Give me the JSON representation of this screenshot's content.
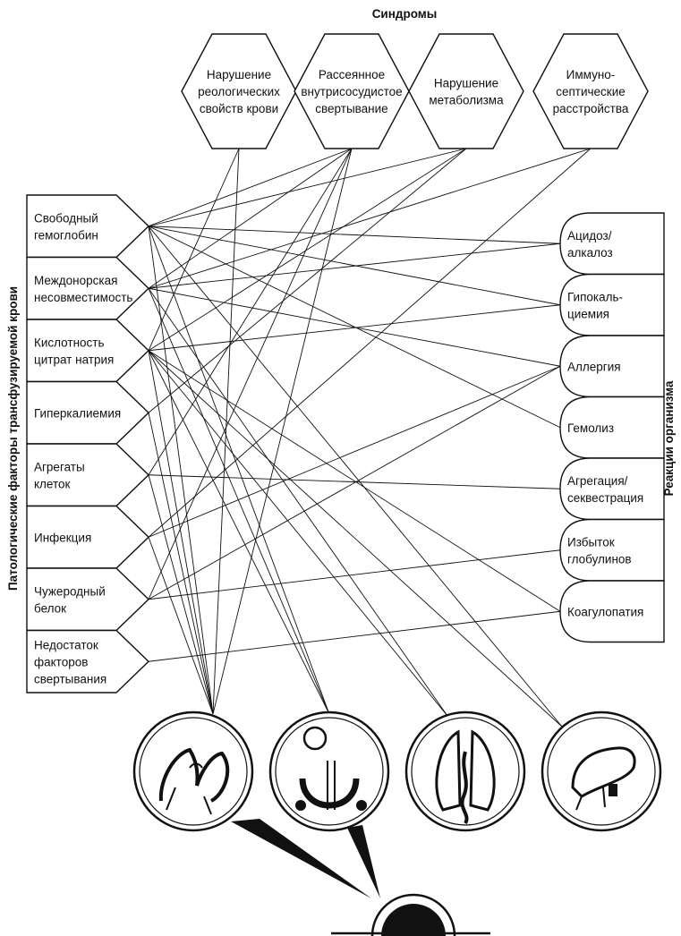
{
  "titles": {
    "syndromes": "Синдромы",
    "left_side": "Патологические факторы трансфузируемой крови",
    "right_side": "Реакции организма"
  },
  "syndromes": [
    {
      "id": "rheology",
      "lines": [
        "Нарушение",
        "реологических",
        "свойств крови"
      ]
    },
    {
      "id": "dic",
      "lines": [
        "Рассеянное",
        "внутрисосудистое",
        "свертывание"
      ]
    },
    {
      "id": "metabolism",
      "lines": [
        "Нарушение",
        "метаболизма"
      ]
    },
    {
      "id": "immuno",
      "lines": [
        "Иммуно-",
        "септические",
        "расстройства"
      ]
    }
  ],
  "factors": [
    {
      "id": "free_hb",
      "lines": [
        "Свободный",
        "гемоглобин"
      ]
    },
    {
      "id": "incompat",
      "lines": [
        "Междонорская",
        "несовместимость"
      ]
    },
    {
      "id": "acidity",
      "lines": [
        "Кислотность",
        "цитрат натрия"
      ]
    },
    {
      "id": "hyperk",
      "lines": [
        "Гиперкалиемия"
      ]
    },
    {
      "id": "aggregates",
      "lines": [
        "Агрегаты",
        "клеток"
      ]
    },
    {
      "id": "infection",
      "lines": [
        "Инфекция"
      ]
    },
    {
      "id": "foreign_protein",
      "lines": [
        "Чужеродный",
        "белок"
      ]
    },
    {
      "id": "coag_deficit",
      "lines": [
        "Недостаток",
        "факторов",
        "свертывания"
      ]
    }
  ],
  "reactions": [
    {
      "id": "acidosis",
      "lines": [
        "Ацидоз/",
        "алкалоз"
      ]
    },
    {
      "id": "hypocalc",
      "lines": [
        "Гипокаль-",
        "циемия"
      ]
    },
    {
      "id": "allergy",
      "lines": [
        "Аллергия"
      ]
    },
    {
      "id": "hemolysis",
      "lines": [
        "Гемолиз"
      ]
    },
    {
      "id": "aggregation",
      "lines": [
        "Агрегация/",
        "секвестрация"
      ]
    },
    {
      "id": "globulin",
      "lines": [
        "Избыток",
        "глобулинов"
      ]
    },
    {
      "id": "coagulopathy",
      "lines": [
        "Коагулопатия"
      ]
    }
  ],
  "connections": {
    "syndrome_factor": [
      [
        "dic",
        "free_hb"
      ],
      [
        "dic",
        "incompat"
      ],
      [
        "dic",
        "aggregates"
      ],
      [
        "dic",
        "foreign_protein"
      ],
      [
        "metabolism",
        "free_hb"
      ],
      [
        "metabolism",
        "acidity"
      ],
      [
        "metabolism",
        "hyperk"
      ],
      [
        "immuno",
        "incompat"
      ],
      [
        "immuno",
        "infection"
      ],
      [
        "rheology",
        "acidity"
      ]
    ],
    "factor_reaction": [
      [
        "free_hb",
        "acidosis"
      ],
      [
        "free_hb",
        "hypocalc"
      ],
      [
        "free_hb",
        "hemolysis"
      ],
      [
        "incompat",
        "acidosis"
      ],
      [
        "incompat",
        "allergy"
      ],
      [
        "acidity",
        "hypocalc"
      ],
      [
        "acidity",
        "coagulopathy"
      ],
      [
        "aggregates",
        "aggregation"
      ],
      [
        "infection",
        "allergy"
      ],
      [
        "foreign_protein",
        "allergy"
      ],
      [
        "foreign_protein",
        "globulin"
      ],
      [
        "coag_deficit",
        "coagulopathy"
      ]
    ],
    "factor_organ": [
      [
        "free_hb",
        "heart"
      ],
      [
        "free_hb",
        "kidneys"
      ],
      [
        "free_hb",
        "liver"
      ],
      [
        "incompat",
        "kidneys"
      ],
      [
        "incompat",
        "lungs"
      ],
      [
        "acidity",
        "heart"
      ],
      [
        "acidity",
        "kidneys"
      ],
      [
        "acidity",
        "lungs"
      ],
      [
        "acidity",
        "liver"
      ],
      [
        "hyperk",
        "heart"
      ],
      [
        "aggregates",
        "heart"
      ],
      [
        "infection",
        "heart"
      ]
    ],
    "syndrome_organ": [
      [
        "rheology",
        "heart"
      ],
      [
        "dic",
        "heart"
      ]
    ]
  },
  "organs": [
    {
      "id": "heart",
      "icon": "heart-icon"
    },
    {
      "id": "kidneys",
      "icon": "kidneys-icon"
    },
    {
      "id": "lungs",
      "icon": "lungs-icon"
    },
    {
      "id": "liver",
      "icon": "liver-icon"
    }
  ],
  "colors": {
    "ink": "#111111",
    "background": "#ffffff"
  }
}
